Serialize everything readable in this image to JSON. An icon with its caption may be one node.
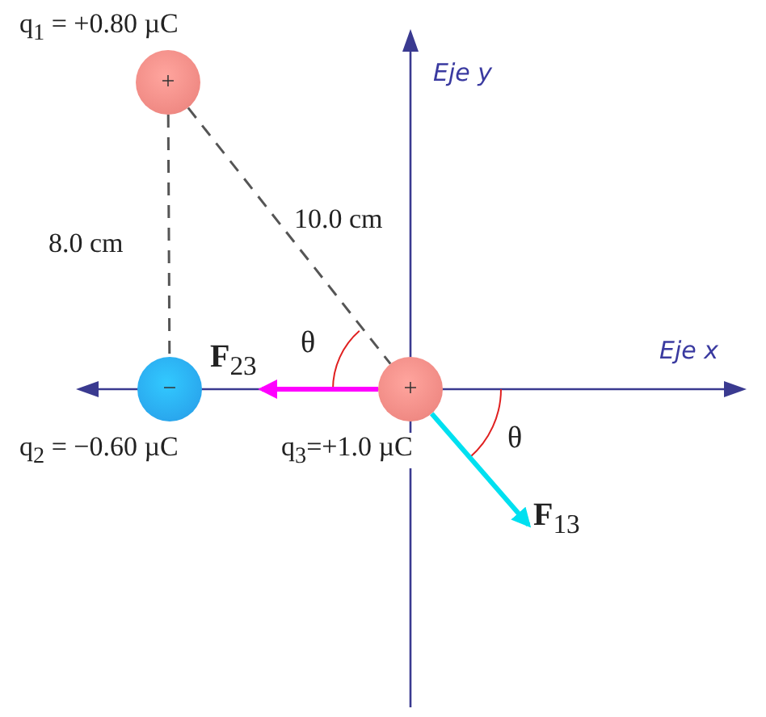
{
  "diagram": {
    "nodes": [
      {
        "text": [
          "+"
        ],
        "beside": [
          "q$_{1}$ = +0.80 µC"
        ]
      },
      {
        "text": [
          "−"
        ],
        "beside": [
          "q$_{2}$ = −0.60 µC"
        ]
      },
      {
        "text": [
          "+"
        ],
        "beside": [
          "q$_{3}$=+1.0 µC"
        ]
      }
    ],
    "edges": [
      {
        "from": 0,
        "to": 1,
        "arrow": "none",
        "style": "dashed",
        "label": "8.0 cm"
      },
      {
        "from": 0,
        "to": 2,
        "arrow": "none",
        "style": "dashed",
        "label": "10.0 cm"
      },
      {
        "from": 2,
        "to": null,
        "arrow": "to",
        "style": "thick",
        "color": "#ff00ff",
        "label": "**F**$_{23}$"
      },
      {
        "from": 2,
        "to": null,
        "arrow": "to",
        "style": "thick",
        "color": "#00e0f0",
        "label": "**F**$_{13}$"
      }
    ],
    "labels": [
      "Eje y",
      "Eje x",
      "θ",
      "θ"
    ]
  }
}
